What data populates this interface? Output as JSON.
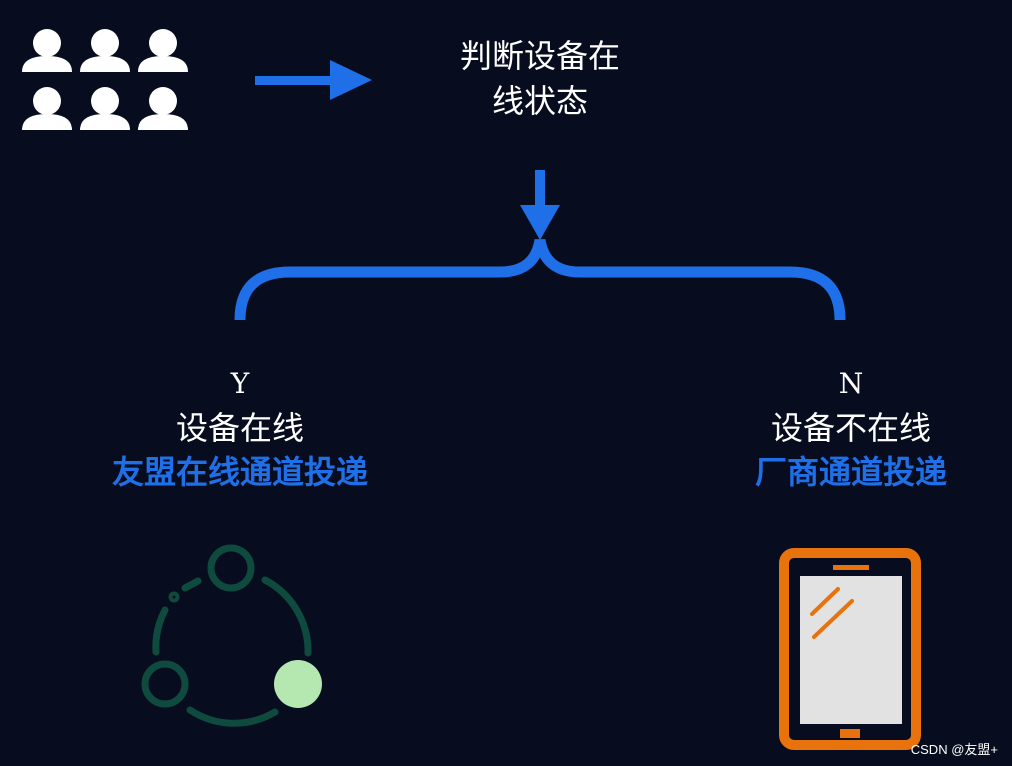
{
  "title_line1": "判断设备在",
  "title_line2": "线状态",
  "left": {
    "flag": "Y",
    "status": "设备在线",
    "channel": "友盟在线通道投递"
  },
  "right": {
    "flag": "N",
    "status": "设备不在线",
    "channel": "厂商通道投递"
  },
  "watermark": "CSDN @友盟+",
  "colors": {
    "background": "#070d1e",
    "accent": "#1f6fe8",
    "network": "#0f4a3e",
    "node": "#b5e8b0",
    "phone": "#e8720c"
  }
}
